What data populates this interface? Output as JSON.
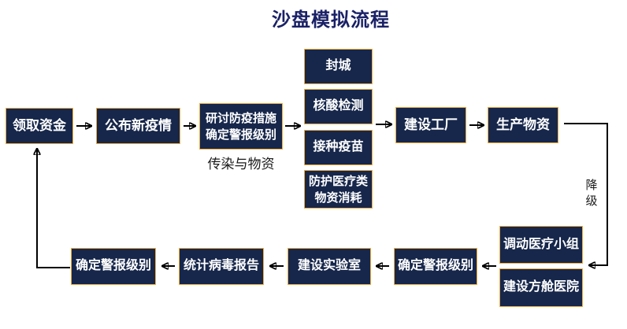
{
  "title": "沙盘模拟流程",
  "diagram": {
    "boxes": [
      {
        "id": "receive-funds",
        "label": "领取资金"
      },
      {
        "id": "announce-new-epidemic",
        "label": "公布新疫情"
      },
      {
        "id": "discuss-measures",
        "line1": "研讨防疫措施",
        "line2": "确定警报级别"
      },
      {
        "id": "city-lockdown",
        "label": "封城"
      },
      {
        "id": "nucleic-acid-testing",
        "label": "核酸检测"
      },
      {
        "id": "vaccination",
        "label": "接种疫苗"
      },
      {
        "id": "medical-supplies-consumption",
        "line1": "防护医疗类",
        "line2": "物资消耗"
      },
      {
        "id": "build-factory",
        "label": "建设工厂"
      },
      {
        "id": "produce-supplies",
        "label": "生产物资"
      },
      {
        "id": "mobilize-medical-team",
        "label": "调动医疗小组"
      },
      {
        "id": "build-cabin-hospital",
        "label": "建设方舱医院"
      },
      {
        "id": "determine-alert-level-right",
        "label": "确定警报级别"
      },
      {
        "id": "build-laboratory",
        "label": "建设实验室"
      },
      {
        "id": "virus-statistics-report",
        "label": "统计病毒报告"
      },
      {
        "id": "determine-alert-level-left",
        "label": "确定警报级别"
      }
    ],
    "annotations": {
      "infection_supplies": "传染与物资",
      "downgrade": "降级"
    },
    "colors": {
      "box_fill": "#17274B",
      "box_border": "#F2AC3D",
      "box_text": "#FFFFFF",
      "title_color": "#1A2166",
      "arrow_color": "#000000",
      "annotation_color": "#1A1A1A"
    }
  }
}
